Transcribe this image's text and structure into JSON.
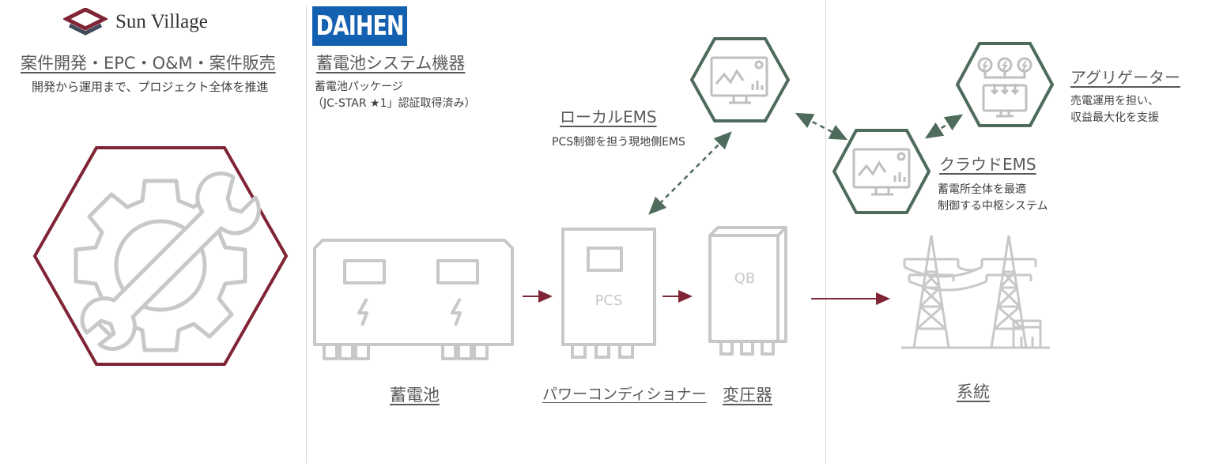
{
  "left": {
    "brand": "Sun Village",
    "title": "案件開発・EPC・O&M・案件販売",
    "description": "開発から運用まで、プロジェクト全体を推進"
  },
  "middle": {
    "brand": "DAIHEN",
    "title": "蓄電池システム機器",
    "package_line1": "蓄電池パッケージ",
    "package_line2": "（JC-STAR ★1」認証取得済み）",
    "local_ems": {
      "title": "ローカルEMS",
      "description": "PCS制御を担う現地側EMS"
    },
    "battery_label": "蓄電池",
    "pcs_label": "パワーコンディショナー",
    "pcs_text": "PCS",
    "transformer_label": "変圧器",
    "transformer_text": "QB"
  },
  "right": {
    "aggregator": {
      "title": "アグリゲーター",
      "desc_line1": "売電運用を担い、",
      "desc_line2": "収益最大化を支援"
    },
    "cloud_ems": {
      "title": "クラウドEMS",
      "desc_line1": "蓄電所全体を最適",
      "desc_line2": "制御する中枢システム"
    },
    "grid_label": "系統"
  },
  "colors": {
    "maroon": "#7f2535",
    "green": "#4e6b5c",
    "gray_icon": "#bfbfbf",
    "daihen_blue": "#1460b0"
  }
}
